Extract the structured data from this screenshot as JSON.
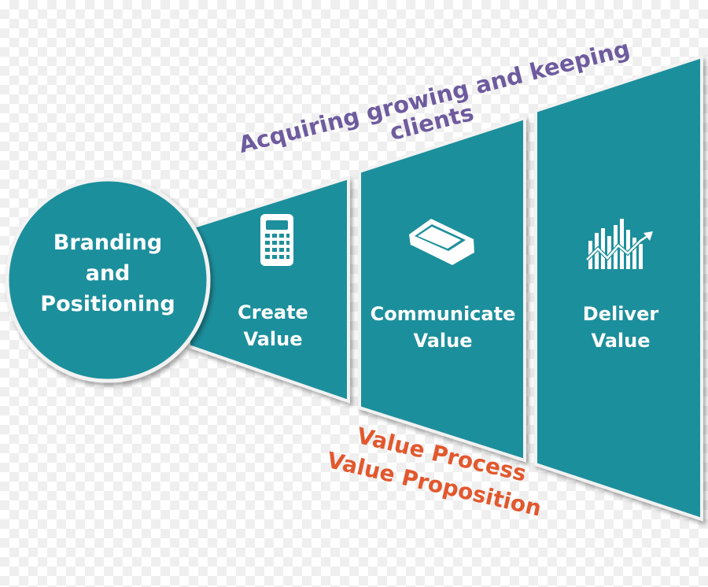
{
  "colors": {
    "teal": "#1e8f9c",
    "teal_border": "#f2f2f2",
    "purple_text": "#6e5b9e",
    "orange_text": "#e2582e"
  },
  "center": {
    "label_lines": [
      "Branding",
      "and",
      "Positioning"
    ]
  },
  "panels": [
    {
      "label_lines": [
        "Create",
        "Value"
      ],
      "icon": "calculator-icon"
    },
    {
      "label_lines": [
        "Communicate",
        "Value"
      ],
      "icon": "scanner-icon"
    },
    {
      "label_lines": [
        "Deliver",
        "Value"
      ],
      "icon": "growth-chart-icon"
    }
  ],
  "captions": {
    "top_line_1": "Acquiring growing and keeping",
    "top_line_2": "clients",
    "bottom_line_1": "Value Process",
    "bottom_line_2": "Value Proposition"
  }
}
